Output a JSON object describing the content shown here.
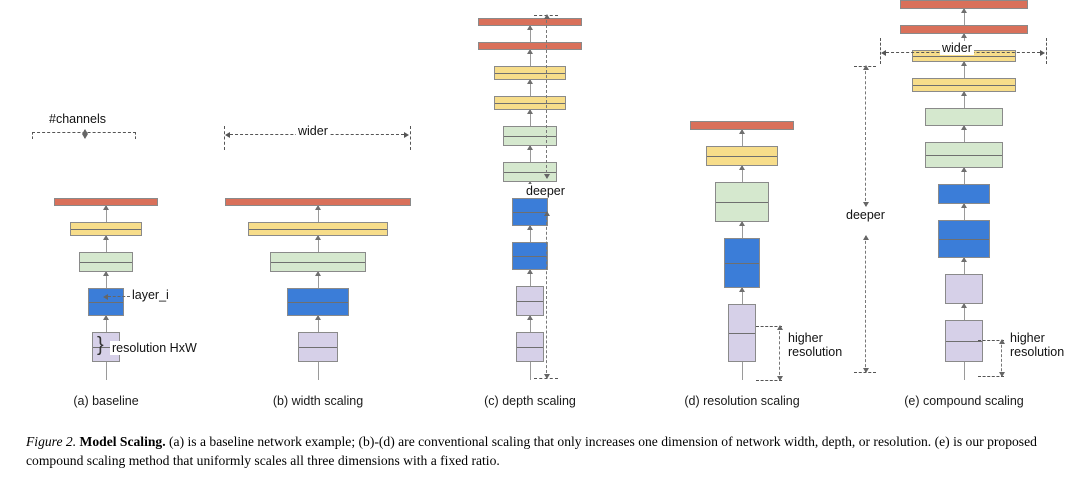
{
  "figure": {
    "palette": {
      "red": "#d9705a",
      "yellow": "#f7dd8a",
      "green": "#d5e8ce",
      "blue": "#3b7dd8",
      "purple": "#d6d0e8",
      "stroke": "#8a8a8a",
      "dash": "#555555"
    },
    "panels": [
      {
        "id": "a",
        "label": "(a) baseline",
        "annotations": [
          "#channels",
          "layer_i",
          "resolution HxW"
        ],
        "blocks": [
          {
            "color": "purple",
            "width": 28,
            "height": 30,
            "split": true
          },
          {
            "color": "blue",
            "width": 36,
            "height": 28,
            "split": true
          },
          {
            "color": "green",
            "width": 54,
            "height": 20,
            "split": true
          },
          {
            "color": "yellow",
            "width": 72,
            "height": 14,
            "split": true
          },
          {
            "color": "red",
            "width": 104,
            "height": 8,
            "split": false
          }
        ]
      },
      {
        "id": "b",
        "label": "(b) width scaling",
        "annotations": [
          "wider"
        ],
        "blocks": [
          {
            "color": "purple",
            "width": 40,
            "height": 30,
            "split": true
          },
          {
            "color": "blue",
            "width": 62,
            "height": 28,
            "split": true
          },
          {
            "color": "green",
            "width": 96,
            "height": 20,
            "split": true
          },
          {
            "color": "yellow",
            "width": 140,
            "height": 14,
            "split": true
          },
          {
            "color": "red",
            "width": 186,
            "height": 8,
            "split": false
          }
        ]
      },
      {
        "id": "c",
        "label": "(c) depth scaling",
        "annotations": [
          "deeper"
        ],
        "blocks": [
          {
            "color": "purple",
            "width": 28,
            "height": 30,
            "split": true
          },
          {
            "color": "purple",
            "width": 28,
            "height": 30,
            "split": true
          },
          {
            "color": "blue",
            "width": 36,
            "height": 28,
            "split": true
          },
          {
            "color": "blue",
            "width": 36,
            "height": 28,
            "split": true
          },
          {
            "color": "green",
            "width": 54,
            "height": 20,
            "split": true
          },
          {
            "color": "green",
            "width": 54,
            "height": 20,
            "split": true
          },
          {
            "color": "yellow",
            "width": 72,
            "height": 14,
            "split": true
          },
          {
            "color": "yellow",
            "width": 72,
            "height": 14,
            "split": true
          },
          {
            "color": "red",
            "width": 104,
            "height": 8,
            "split": false
          },
          {
            "color": "red",
            "width": 104,
            "height": 8,
            "split": false
          }
        ]
      },
      {
        "id": "d",
        "label": "(d) resolution scaling",
        "annotations": [
          "higher resolution"
        ],
        "blocks": [
          {
            "color": "purple",
            "width": 28,
            "height": 58,
            "split": true
          },
          {
            "color": "blue",
            "width": 36,
            "height": 50,
            "split": true
          },
          {
            "color": "green",
            "width": 54,
            "height": 40,
            "split": true
          },
          {
            "color": "yellow",
            "width": 72,
            "height": 20,
            "split": true
          },
          {
            "color": "red",
            "width": 104,
            "height": 9,
            "split": false
          }
        ]
      },
      {
        "id": "e",
        "label": "(e) compound scaling",
        "annotations": [
          "wider",
          "deeper",
          "higher resolution"
        ],
        "blocks": [
          {
            "color": "purple",
            "width": 38,
            "height": 42,
            "split": true
          },
          {
            "color": "purple",
            "width": 38,
            "height": 30,
            "split": false
          },
          {
            "color": "blue",
            "width": 52,
            "height": 38,
            "split": true
          },
          {
            "color": "blue",
            "width": 52,
            "height": 20,
            "split": false
          },
          {
            "color": "green",
            "width": 78,
            "height": 26,
            "split": true
          },
          {
            "color": "green",
            "width": 78,
            "height": 18,
            "split": false
          },
          {
            "color": "yellow",
            "width": 104,
            "height": 14,
            "split": true
          },
          {
            "color": "yellow",
            "width": 104,
            "height": 12,
            "split": true
          },
          {
            "color": "red",
            "width": 128,
            "height": 9,
            "split": false
          },
          {
            "color": "red",
            "width": 128,
            "height": 9,
            "split": false
          }
        ]
      }
    ],
    "labels": {
      "channels": "#channels",
      "layer_i": "layer_i",
      "resolution": "resolution HxW",
      "wider": "wider",
      "deeper": "deeper",
      "higher": "higher",
      "higher_resolution_line2": "resolution"
    }
  },
  "caption": {
    "figure_number": "Figure 2",
    "title": "Model Scaling.",
    "body_line1": "(a) is a baseline network example; (b)-(d) are conventional scaling that only increases one dimension of network",
    "body_line2": "width, depth, or resolution. (e) is our proposed compound scaling method that uniformly scales all three dimensions with a fixed ratio."
  }
}
